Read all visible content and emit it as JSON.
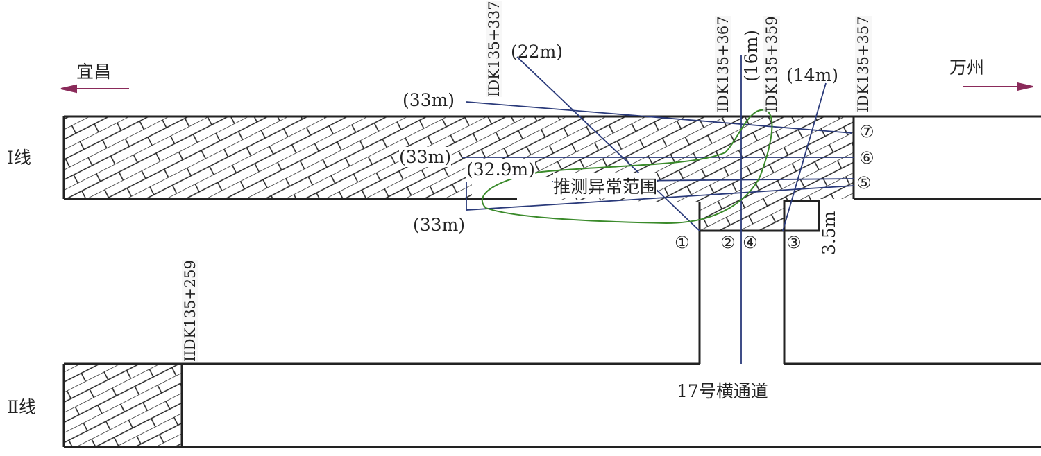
{
  "directions": {
    "left": "宜昌",
    "right": "万州"
  },
  "lines": {
    "line1": "Ⅰ线",
    "line2": "Ⅱ线"
  },
  "stations": {
    "s337": "IDK135+337",
    "s367": "IDK135+367",
    "s359": "IDK135+359",
    "s357": "IDK135+357",
    "s259": "IIDK135+259"
  },
  "distances": {
    "d22": "(22m)",
    "d16": "(16m)",
    "d14": "(14m)",
    "d33a": "(33m)",
    "d33b": "(33m)",
    "d329": "(32.9m)",
    "d33c": "(33m)",
    "w35": "3.5m"
  },
  "anomaly_label": "推测异常范围",
  "passage_label": "17号横通道",
  "points": [
    "①",
    "②",
    "④",
    "③",
    "⑤",
    "⑥",
    "⑦"
  ],
  "colors": {
    "wall": "#222222",
    "survey": "#2a3a7a",
    "anomaly": "#3a8a2a",
    "arrow": "#8a2a5a"
  }
}
